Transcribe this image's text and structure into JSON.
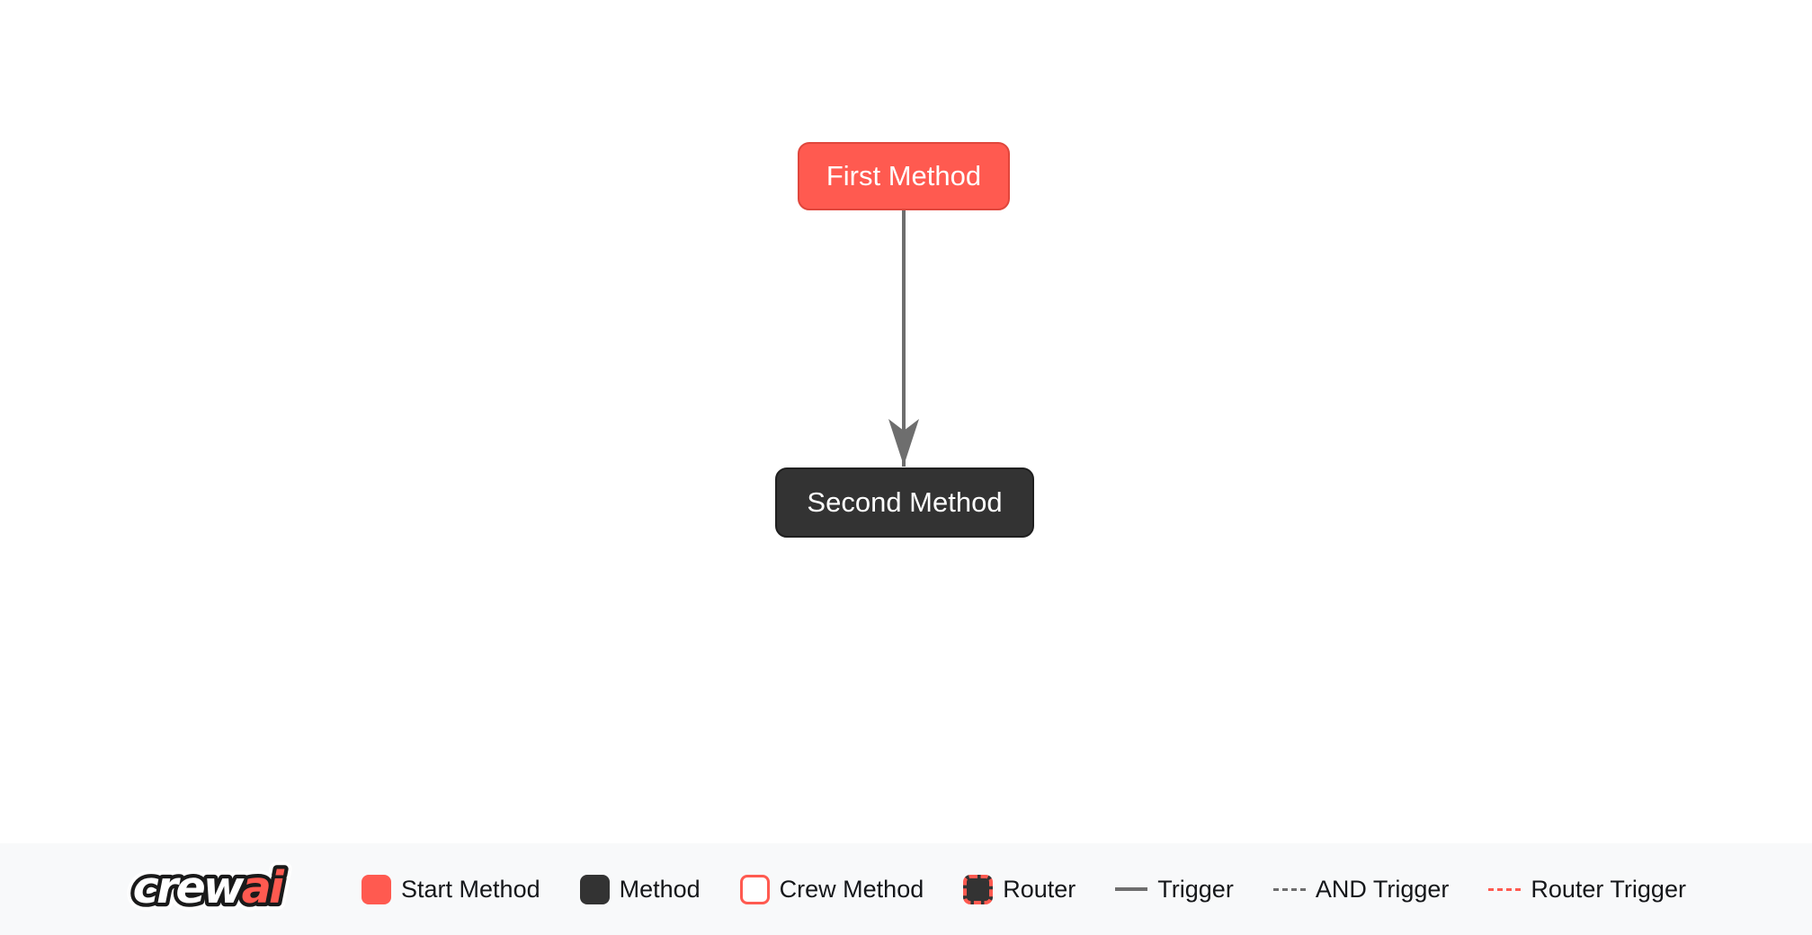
{
  "diagram": {
    "nodes": [
      {
        "label": "First Method",
        "type": "start-method",
        "fill": "#ff5a50",
        "border": "#e0463c",
        "text_color": "#ffffff"
      },
      {
        "label": "Second Method",
        "type": "method",
        "fill": "#333333",
        "border": "#1f1f1f",
        "text_color": "#ffffff"
      }
    ],
    "edges": [
      {
        "from": "First Method",
        "to": "Second Method",
        "type": "trigger",
        "color": "#6e6e6e",
        "arrow": "to"
      }
    ]
  },
  "legend": {
    "logo": {
      "crew": "crew",
      "ai": "ai"
    },
    "items": [
      {
        "label": "Start Method",
        "swatch": "start-method"
      },
      {
        "label": "Method",
        "swatch": "method"
      },
      {
        "label": "Crew Method",
        "swatch": "crew-method"
      },
      {
        "label": "Router",
        "swatch": "router"
      },
      {
        "label": "Trigger",
        "swatch": "trigger-line"
      },
      {
        "label": "AND Trigger",
        "swatch": "and-trigger-line"
      },
      {
        "label": "Router Trigger",
        "swatch": "router-trigger-line"
      }
    ]
  },
  "colors": {
    "start_method": "#ff5a50",
    "start_method_border": "#e0463c",
    "method": "#333333",
    "method_border": "#1f1f1f",
    "crew_method_border": "#ff5a50",
    "router_dash_border": "#ff5a50",
    "trigger_line": "#6e6e6e",
    "and_trigger_line": "#6e6e6e",
    "router_trigger_line": "#ff5a50",
    "node_text": "#ffffff",
    "legend_background": "#f8f9fa",
    "legend_text": "#15171a",
    "page_background": "#ffffff"
  }
}
